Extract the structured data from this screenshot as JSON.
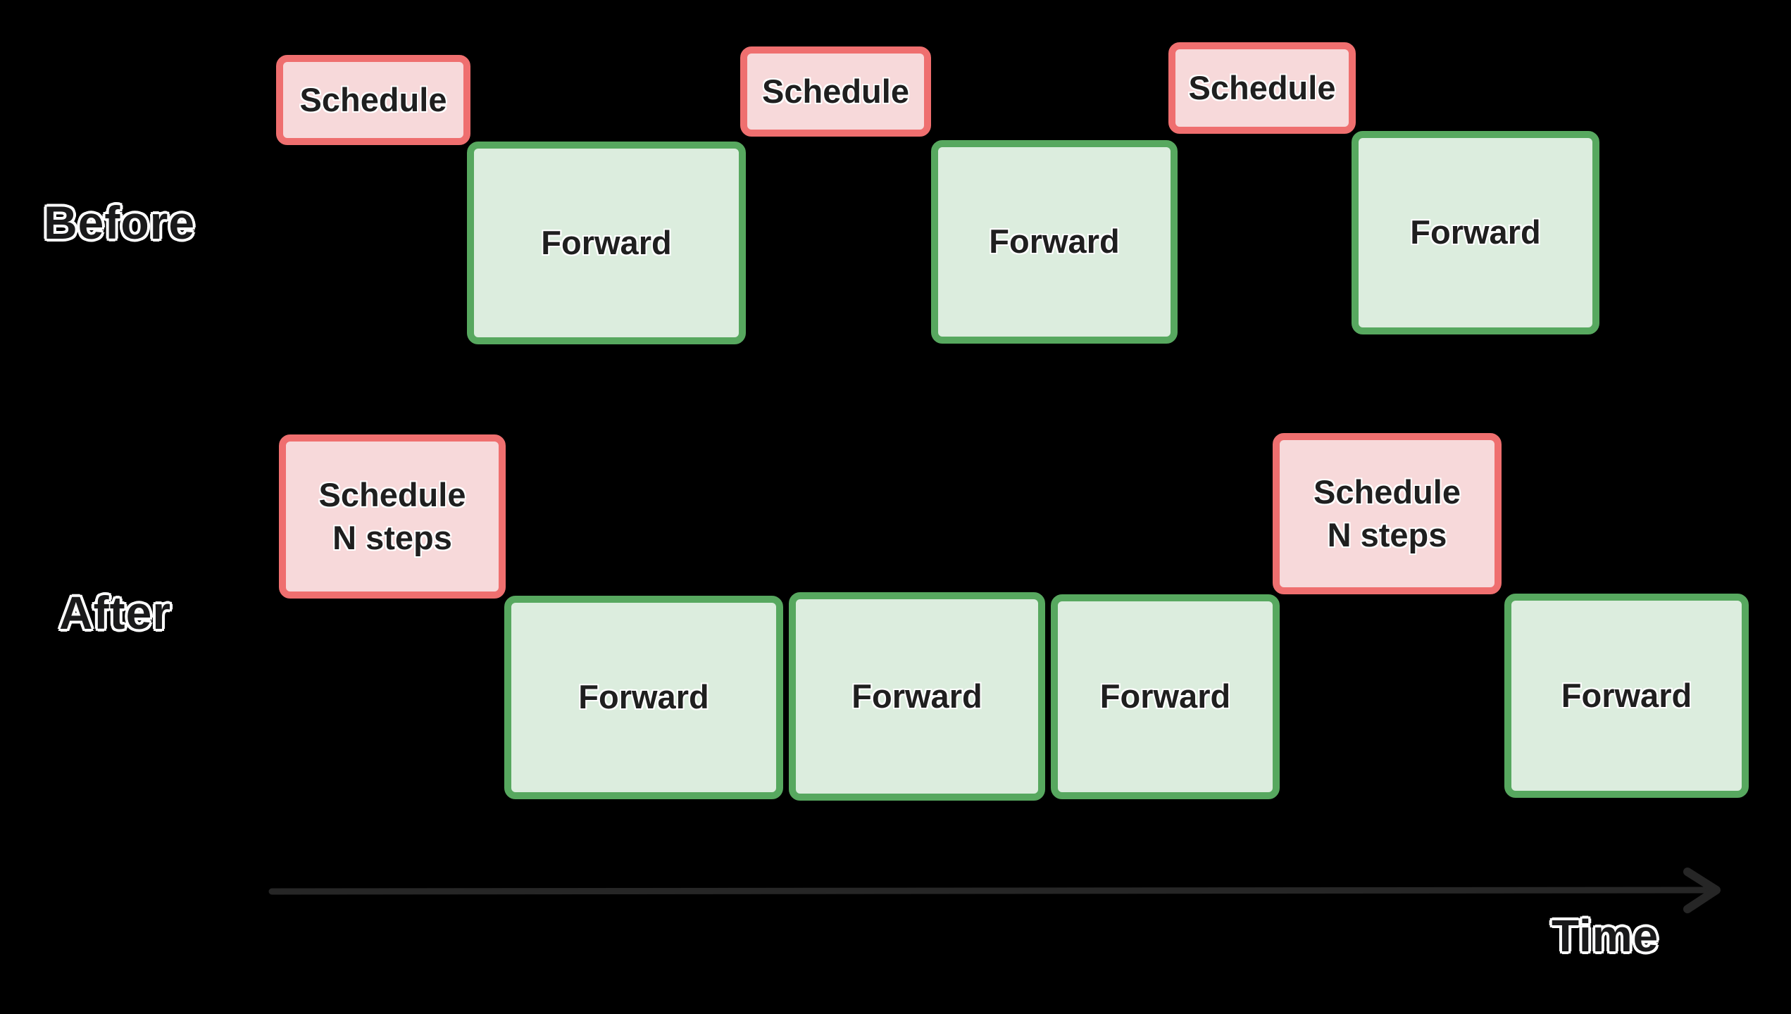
{
  "colors": {
    "background": "#000000",
    "pink_fill": "#f7d9da",
    "pink_border": "#ef6f6f",
    "green_fill": "#dcedde",
    "green_border": "#57a85f",
    "box_text": "#1f1f1f",
    "label_fill": "#1a1a1b",
    "label_outline": "#ffffff",
    "arrow": "#262626"
  },
  "before": {
    "row_label": "Before",
    "boxes": [
      {
        "type": "schedule",
        "lines": [
          "Schedule"
        ]
      },
      {
        "type": "forward",
        "lines": [
          "Forward"
        ]
      },
      {
        "type": "schedule",
        "lines": [
          "Schedule"
        ]
      },
      {
        "type": "forward",
        "lines": [
          "Forward"
        ]
      },
      {
        "type": "schedule",
        "lines": [
          "Schedule"
        ]
      },
      {
        "type": "forward",
        "lines": [
          "Forward"
        ]
      }
    ]
  },
  "after": {
    "row_label": "After",
    "boxes": [
      {
        "type": "schedule",
        "lines": [
          "Schedule",
          "N steps"
        ]
      },
      {
        "type": "forward",
        "lines": [
          "Forward"
        ]
      },
      {
        "type": "forward",
        "lines": [
          "Forward"
        ]
      },
      {
        "type": "forward",
        "lines": [
          "Forward"
        ]
      },
      {
        "type": "schedule",
        "lines": [
          "Schedule",
          "N steps"
        ]
      },
      {
        "type": "forward",
        "lines": [
          "Forward"
        ]
      }
    ]
  },
  "axis": {
    "label": "Time"
  }
}
